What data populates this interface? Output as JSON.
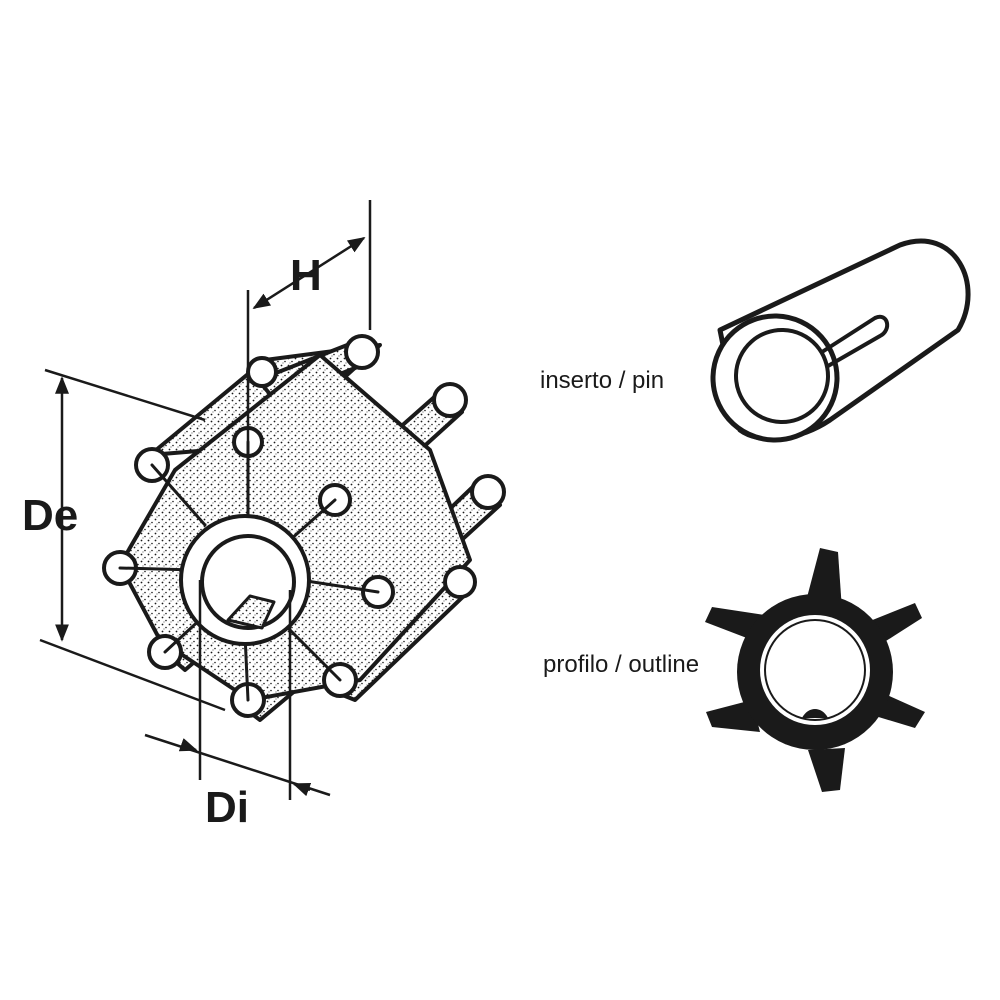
{
  "labels": {
    "height": "H",
    "outer_diameter": "De",
    "inner_diameter": "Di",
    "insert": "inserto / pin",
    "outline": "profilo / outline"
  },
  "colors": {
    "ink": "#1a1a1a",
    "paper": "#ffffff",
    "stipple": "#e9e9e9"
  },
  "drawing": {
    "impeller_blades": 8,
    "outline_blades": 6
  }
}
